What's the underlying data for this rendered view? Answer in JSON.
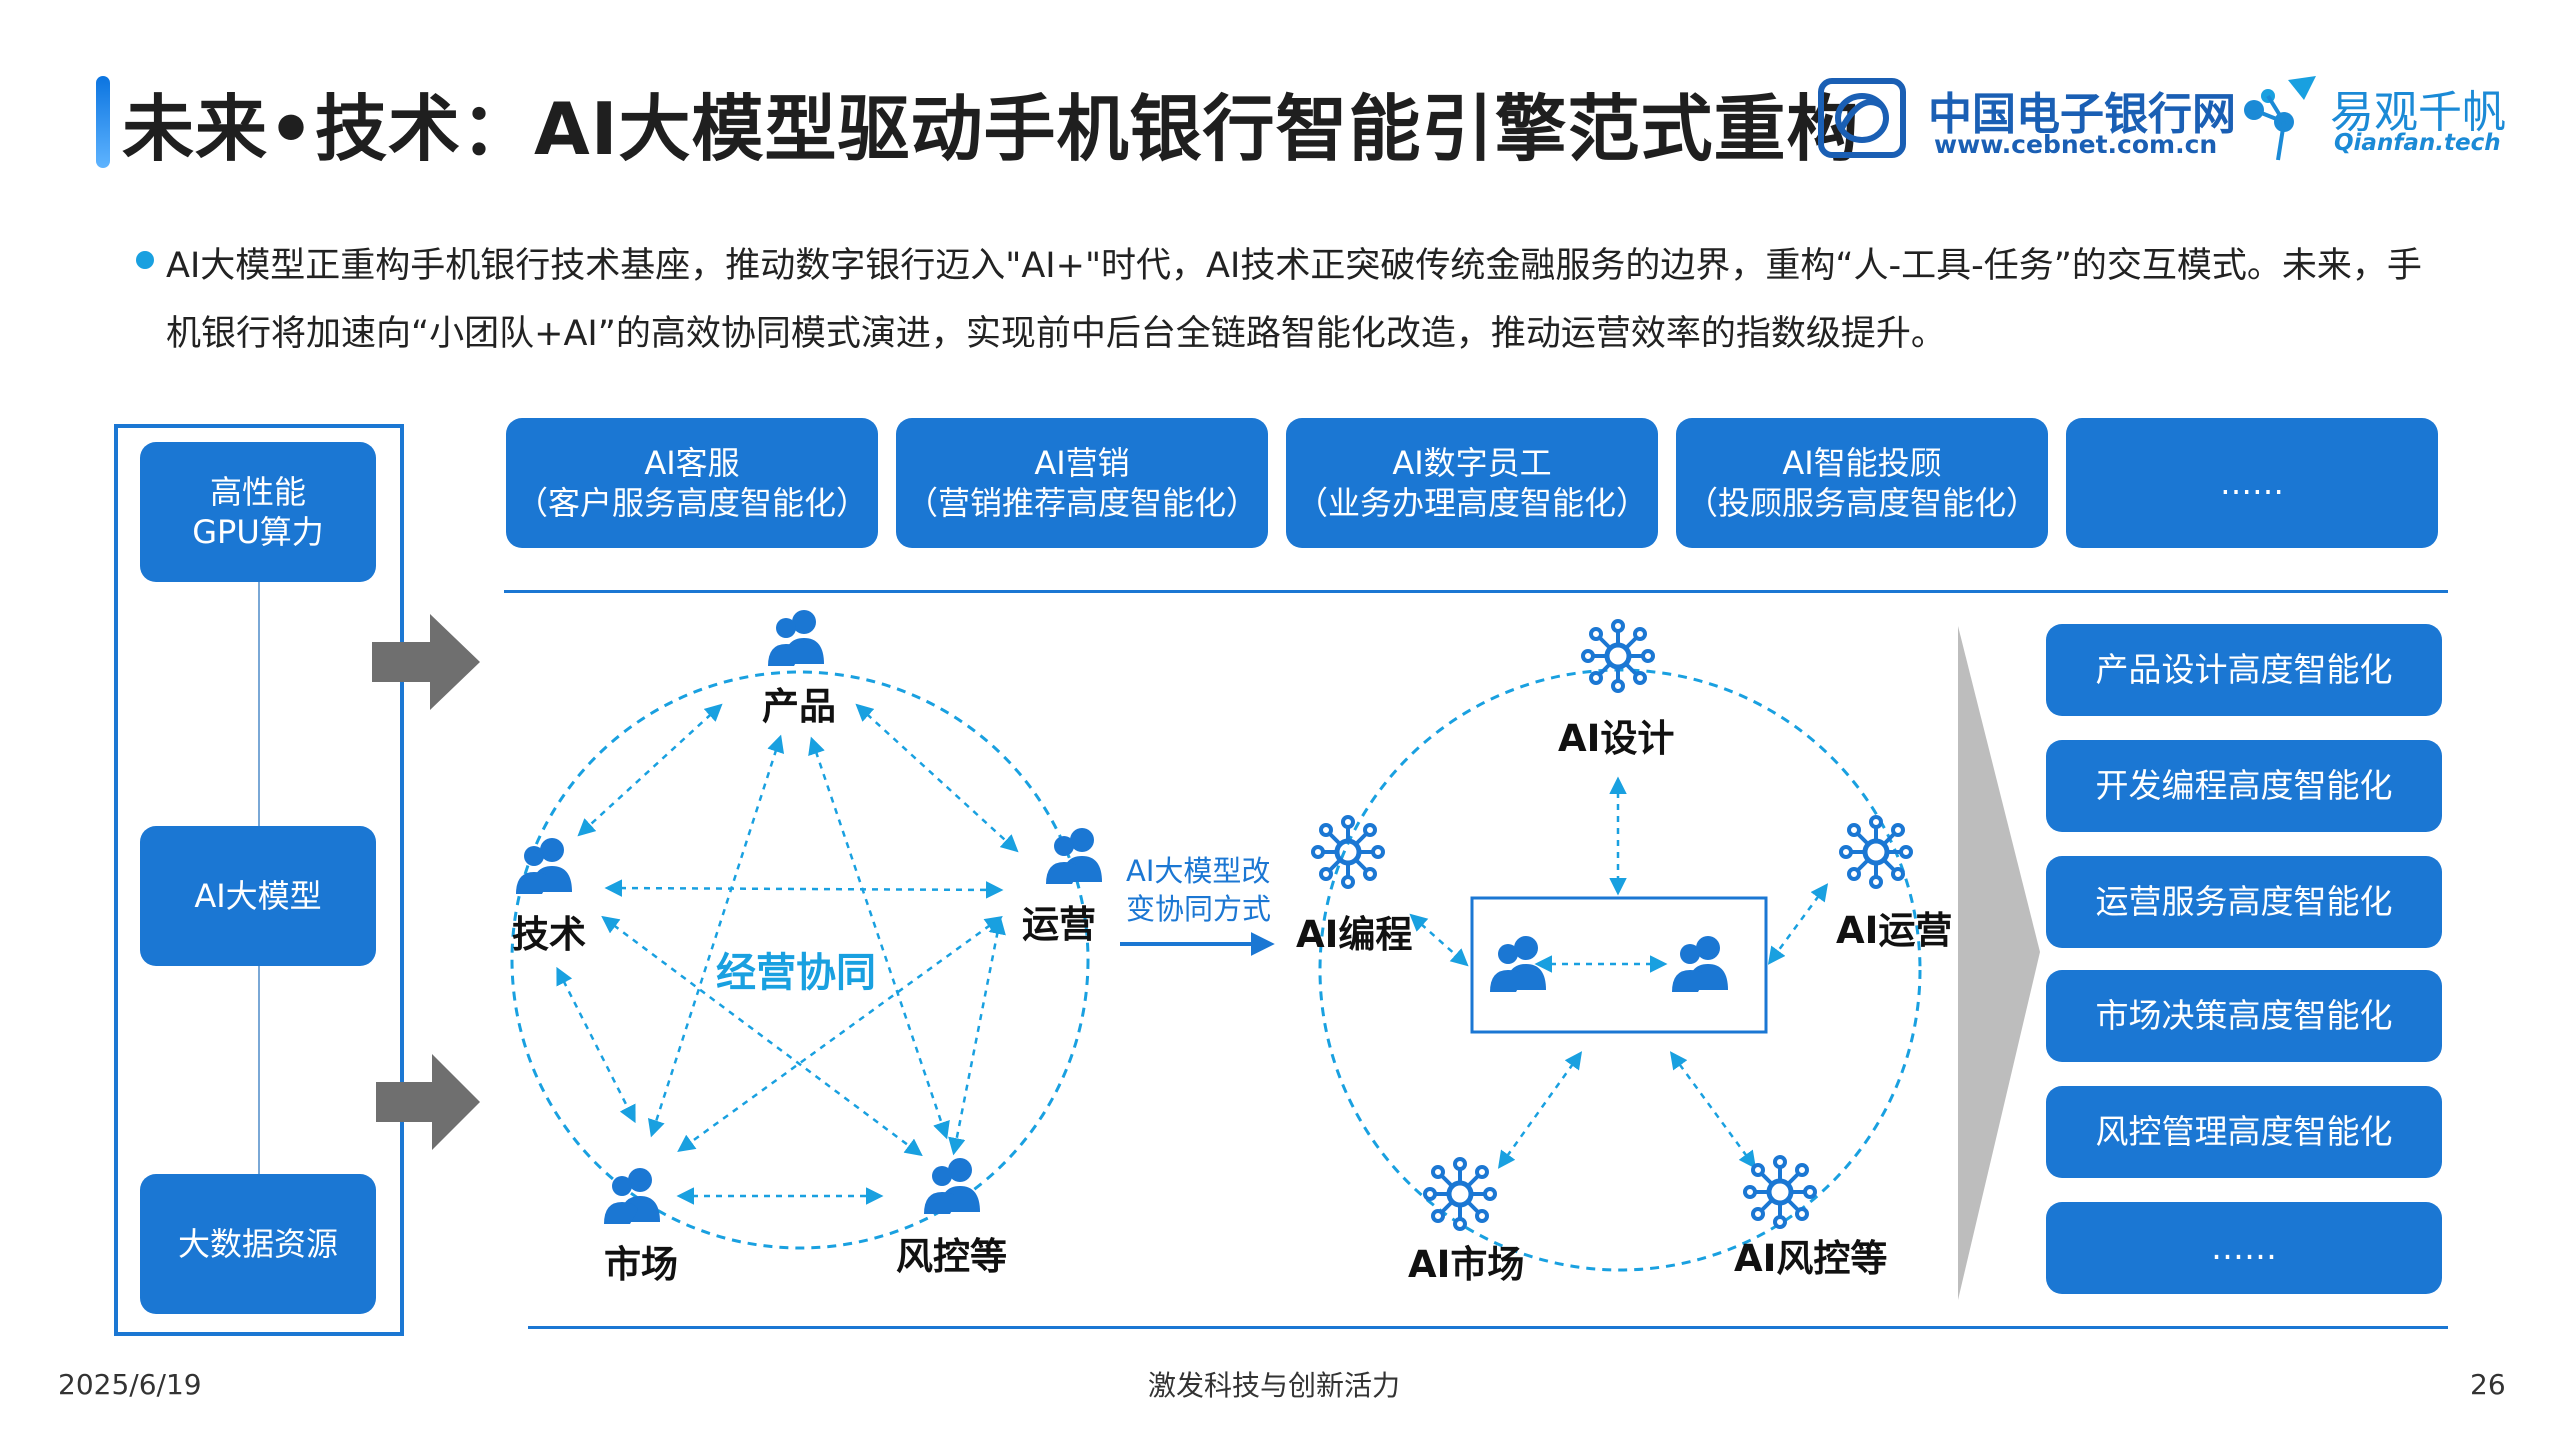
{
  "header": {
    "title": "未来•技术：AI大模型驱动手机银行智能引擎范式重构",
    "logo1_name": "中国电子银行网",
    "logo1_url": "www.cebnet.com.cn",
    "logo2_name": "易观千帆",
    "logo2_url": "Qianfan.tech"
  },
  "summary": "AI大模型正重构手机银行技术基座，推动数字银行迈入\"AI+\"时代，AI技术正突破传统金融服务的边界，重构“人-工具-任务”的交互模式。未来，手机银行将加速向“小团队+AI”的高效协同模式演进，实现前中后台全链路智能化改造，推动运营效率的指数级提升。",
  "foundation": [
    {
      "label": "高性能\nGPU算力"
    },
    {
      "label": "AI大模型"
    },
    {
      "label": "大数据资源"
    }
  ],
  "top_boxes": [
    {
      "label": "AI客服\n（客户服务高度智能化）"
    },
    {
      "label": "AI营销\n（营销推荐高度智能化）"
    },
    {
      "label": "AI数字员工\n（业务办理高度智能化）"
    },
    {
      "label": "AI智能投顾\n（投顾服务高度智能化）"
    },
    {
      "label": "……"
    }
  ],
  "left_cycle": {
    "center": "经营协同",
    "nodes": [
      "产品",
      "运营",
      "风控等",
      "市场",
      "技术"
    ]
  },
  "transition": "AI大模型改\n变协同方式",
  "right_cycle": {
    "nodes": [
      "AI设计",
      "AI运营",
      "AI风控等",
      "AI市场",
      "AI编程"
    ]
  },
  "outcomes": [
    {
      "label": "产品设计高度智能化"
    },
    {
      "label": "开发编程高度智能化"
    },
    {
      "label": "运营服务高度智能化"
    },
    {
      "label": "市场决策高度智能化"
    },
    {
      "label": "风控管理高度智能化"
    },
    {
      "label": "……"
    }
  ],
  "footer": {
    "date": "2025/6/19",
    "slogan": "激发科技与创新活力",
    "page": "26"
  },
  "colors": {
    "primary": "#1b77d3",
    "accent": "#19a0e0",
    "arrow_gray": "#6f6f6f"
  },
  "icons": {
    "person": "people-pair-icon",
    "ai": "neural-hub-icon",
    "flow": "gray-chevron-icon"
  }
}
